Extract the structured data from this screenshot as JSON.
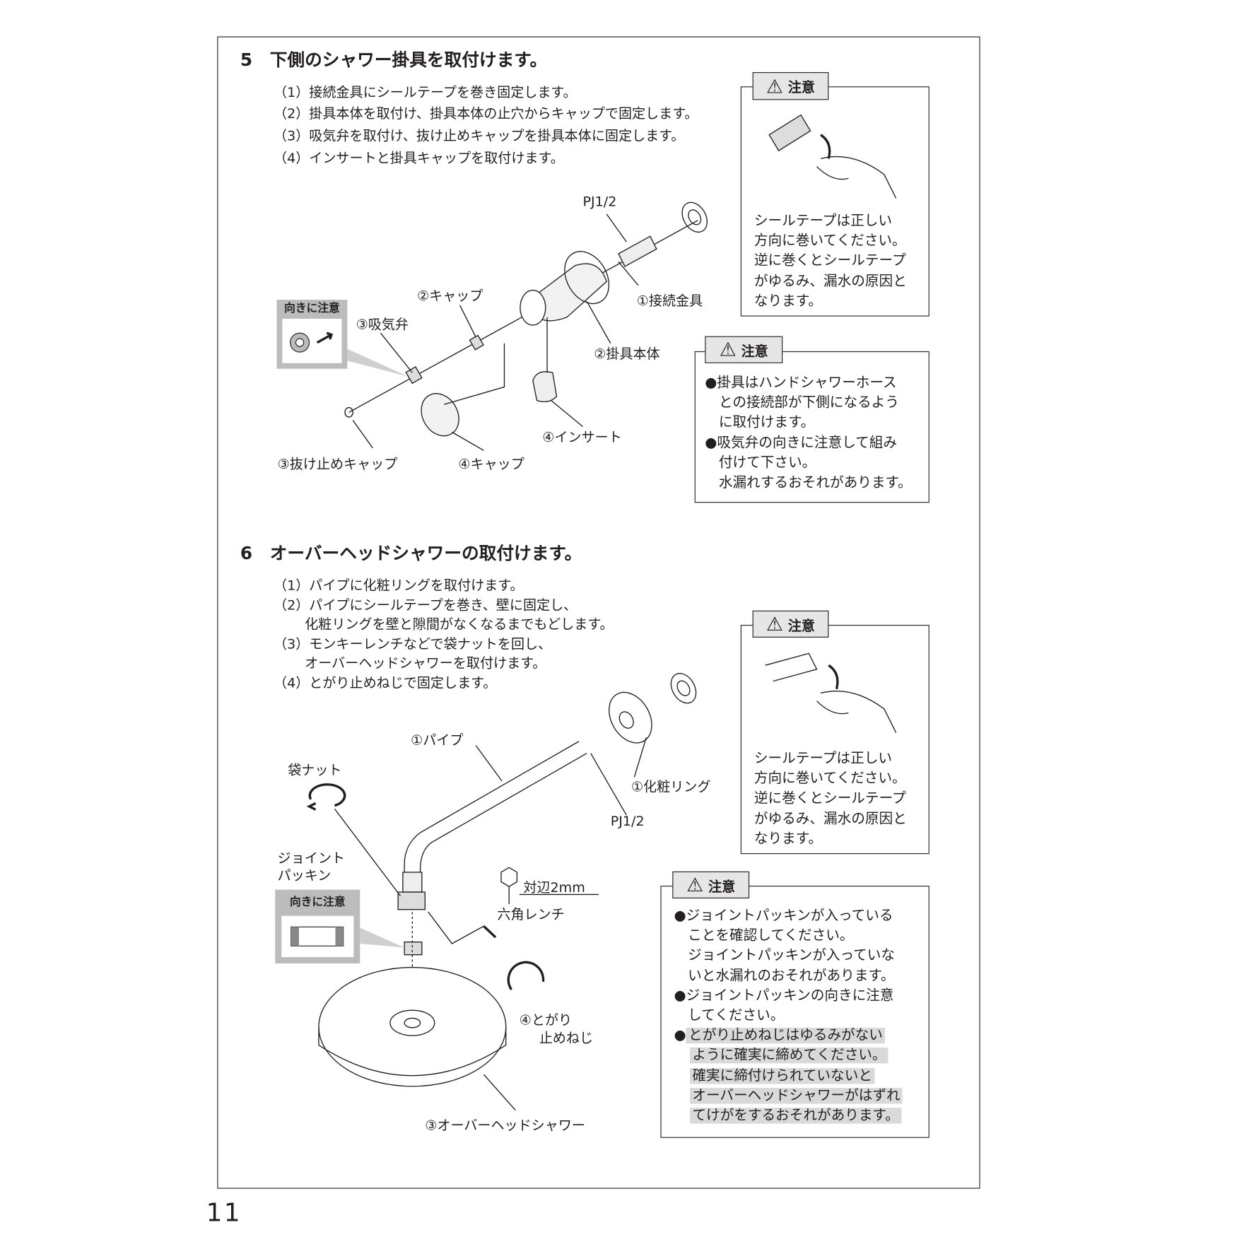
{
  "page_number": "11",
  "section5": {
    "title": "5　下側のシャワー掛具を取付けます。",
    "steps": [
      "（1）接続金具にシールテープを巻き固定します。",
      "（2）掛具本体を取付け、掛具本体の止穴からキャップで固定します。",
      "（3）吸気弁を取付け、抜け止めキャップを掛具本体に固定します。",
      "（4）インサートと掛具キャップを取付けます。"
    ],
    "labels": {
      "pj": "PJ1/2",
      "fitting": "①接続金具",
      "cap2": "②キャップ",
      "valve": "③吸気弁",
      "body": "②掛具本体",
      "insert": "④インサート",
      "retain_cap": "③抜け止めキャップ",
      "cap4": "④キャップ",
      "orientation": "向きに注意"
    },
    "caution1": {
      "title": "注意",
      "lines": [
        "シールテープは正しい",
        "方向に巻いてください。",
        "逆に巻くとシールテープ",
        "がゆるみ、漏水の原因と",
        "なります。"
      ]
    },
    "caution2": {
      "title": "注意",
      "lines": [
        "●掛具はハンドシャワーホース",
        "　との接続部が下側になるよう",
        "　に取付けます。",
        "●吸気弁の向きに注意して組み",
        "　付けて下さい。",
        "　水漏れするおそれがあります。"
      ]
    }
  },
  "section6": {
    "title": "6　オーバーヘッドシャワーの取付けます。",
    "steps": [
      "（1）パイプに化粧リングを取付けます。",
      "（2）パイプにシールテープを巻き、壁に固定し、",
      "　　 化粧リングを壁と隙間がなくなるまでもどします。",
      "（3）モンキーレンチなどで袋ナットを回し、",
      "　　 オーバーヘッドシャワーを取付けます。",
      "（4）とがり止めねじで固定します。"
    ],
    "labels": {
      "pipe": "①パイプ",
      "cap_nut": "袋ナット",
      "ring": "①化粧リング",
      "pj": "PJ1/2",
      "joint1": "ジョイント",
      "joint2": "パッキン",
      "across": "対辺2mm",
      "hex": "六角レンチ",
      "orientation": "向きに注意",
      "screw1": "④とがり",
      "screw2": "止めねじ",
      "shower": "③オーバーヘッドシャワー"
    },
    "caution3": {
      "title": "注意",
      "lines": [
        "シールテープは正しい",
        "方向に巻いてください。",
        "逆に巻くとシールテープ",
        "がゆるみ、漏水の原因と",
        "なります。"
      ]
    },
    "caution4": {
      "title": "注意",
      "lines": [
        "●ジョイントパッキンが入っている",
        "　ことを確認してください。",
        "　ジョイントパッキンが入っていな",
        "　いと水漏れのおそれがあります。",
        "●ジョイントパッキンの向きに注意",
        "　してください。"
      ],
      "highlight_bullet": "●",
      "highlight_lines": [
        "とがり止めねじはゆるみがない",
        "ように確実に締めてください。",
        "確実に締付けられていないと",
        "オーバーヘッドシャワーがはずれ",
        "てけがをするおそれがあります。"
      ]
    }
  }
}
